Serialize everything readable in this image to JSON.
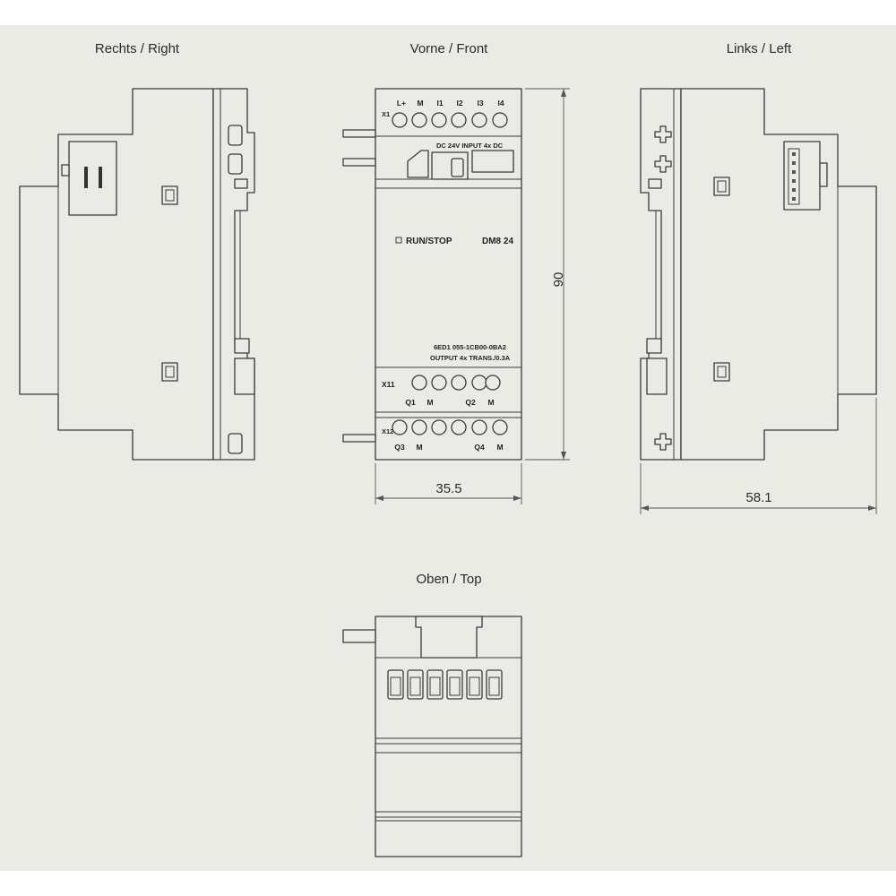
{
  "views": {
    "right": "Rechts / Right",
    "front": "Vorne / Front",
    "left": "Links / Left",
    "top": "Oben / Top"
  },
  "dimensions": {
    "height": "90",
    "front_width": "35.5",
    "depth": "58.1"
  },
  "front_panel": {
    "input_terminals": [
      "L+",
      "M",
      "I1",
      "I2",
      "I3",
      "I4"
    ],
    "connector_x1": "X1",
    "connector_x11": "X11",
    "connector_x12": "X12",
    "input_label": "DC 24V  INPUT 4x DC",
    "run_stop": "RUN/STOP",
    "model": "DM8 24",
    "part_number": "6ED1 055-1CB00-0BA2",
    "output_label": "OUTPUT 4x TRANS./0.3A",
    "output_row1": [
      "Q1",
      "M",
      "Q2",
      "M"
    ],
    "output_row2": [
      "Q3",
      "M",
      "Q4",
      "M"
    ]
  }
}
